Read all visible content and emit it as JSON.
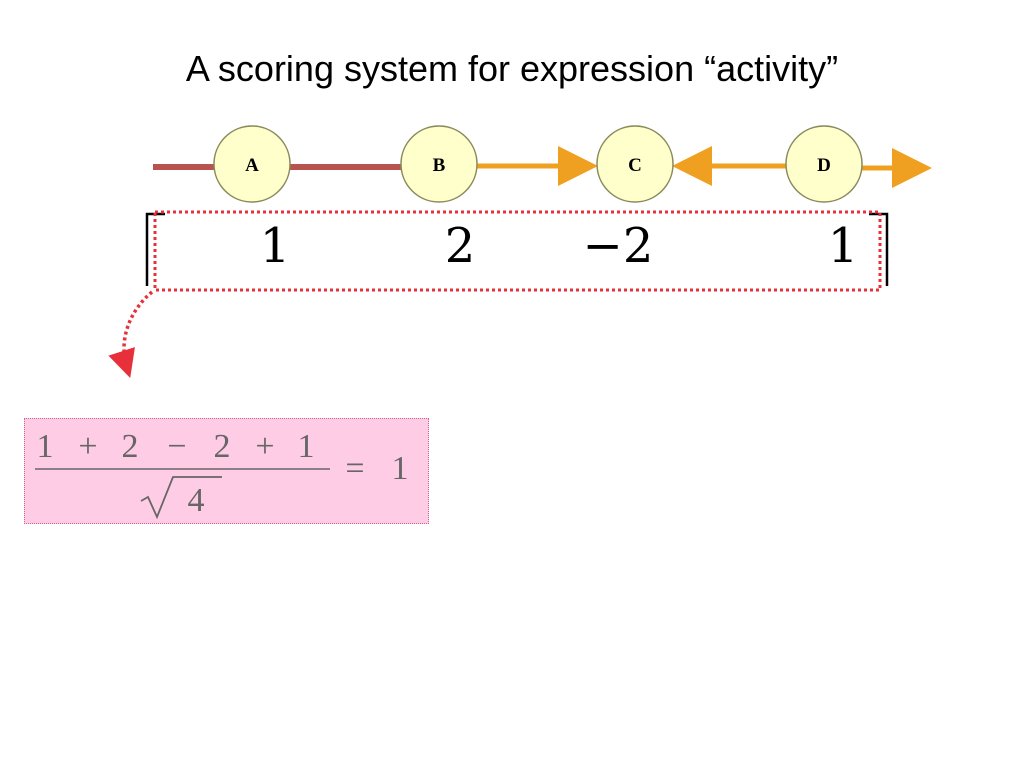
{
  "title": "A scoring system for expression “activity”",
  "colors": {
    "inhibit_edge": "#b85450",
    "activate_edge": "#f0a020",
    "node_fill": "#ffffcc",
    "node_stroke": "#8a8a5c",
    "highlight_box": "#e8303a",
    "formula_bg": "#ffcce6",
    "formula_text": "#666666"
  },
  "nodes": [
    {
      "id": "A",
      "label": "A"
    },
    {
      "id": "B",
      "label": "B"
    },
    {
      "id": "C",
      "label": "C"
    },
    {
      "id": "D",
      "label": "D"
    }
  ],
  "edges": [
    {
      "from": "",
      "to": "A",
      "type": "inhibit"
    },
    {
      "from": "A",
      "to": "B",
      "type": "inhibit"
    },
    {
      "from": "B",
      "to": "C",
      "type": "activate"
    },
    {
      "from": "D",
      "to": "C",
      "type": "activate"
    },
    {
      "from": "D",
      "to": "",
      "type": "activate"
    }
  ],
  "vector": {
    "values": [
      "1",
      "2",
      "−2",
      "1"
    ]
  },
  "formula": {
    "numerator": [
      "1",
      "+",
      "2",
      "−",
      "2",
      "+",
      "1"
    ],
    "denominator": "4",
    "equals": "=",
    "result": "1"
  }
}
